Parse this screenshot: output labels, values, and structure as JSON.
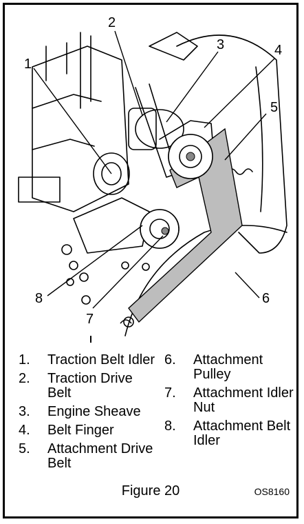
{
  "callouts": [
    "1",
    "2",
    "3",
    "4",
    "5",
    "6",
    "7",
    "8"
  ],
  "legend": [
    {
      "num": "1.",
      "text": "Traction Belt Idler"
    },
    {
      "num": "2.",
      "text": "Traction Drive Belt"
    },
    {
      "num": "3.",
      "text": "Engine Sheave"
    },
    {
      "num": "4.",
      "text": "Belt Finger"
    },
    {
      "num": "5.",
      "text": "Attachment Drive Belt"
    },
    {
      "num": "6.",
      "text": "Attachment Pulley"
    },
    {
      "num": "7.",
      "text": "Attachment Idler Nut"
    },
    {
      "num": "8.",
      "text": "Attachment Belt Idler"
    }
  ],
  "caption": "Figure 20",
  "code": "OS8160"
}
